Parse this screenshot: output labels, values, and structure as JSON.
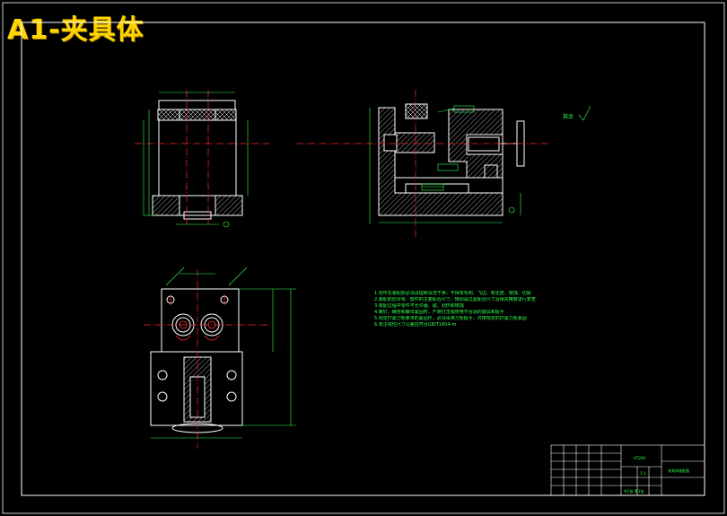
{
  "drawing": {
    "title": "A1-夹具体",
    "colors": {
      "background": "#000000",
      "frame": "#ffffff",
      "outline": "#ffffff",
      "dimension": "#2fff4f",
      "centerline": "#ff2a2a",
      "hatch": "#ffffff",
      "title_text": "#ffd400",
      "highlight": "#ff2a2a"
    },
    "technical_notes": [
      "1.零件在装配前必须清理和清洗干净，不得有毛刺、飞边、氧化皮、锈蚀、切屑",
      "2.装配前应对零、部件的主要配合尺寸，特别是过盈配合尺寸及相关精度进行复查",
      "3.装配过程中零件不允许磕、碰、划伤和锈蚀",
      "4.螺钉、螺栓和螺母紧固时，严禁打击或使用不合适的旋具和扳手",
      "5.规定拧紧力矩要求的紧固件，必须采用力矩扳手，并按规定的拧紧力矩紧固",
      "6.未注线性尺寸公差应符合GB/T1804-m"
    ],
    "title_block": {
      "drawing_name": "夹具体装配图",
      "material": "HT200",
      "scale": "1:1",
      "sheet": "共1张 第1张"
    },
    "roughness_symbol": "其余"
  }
}
